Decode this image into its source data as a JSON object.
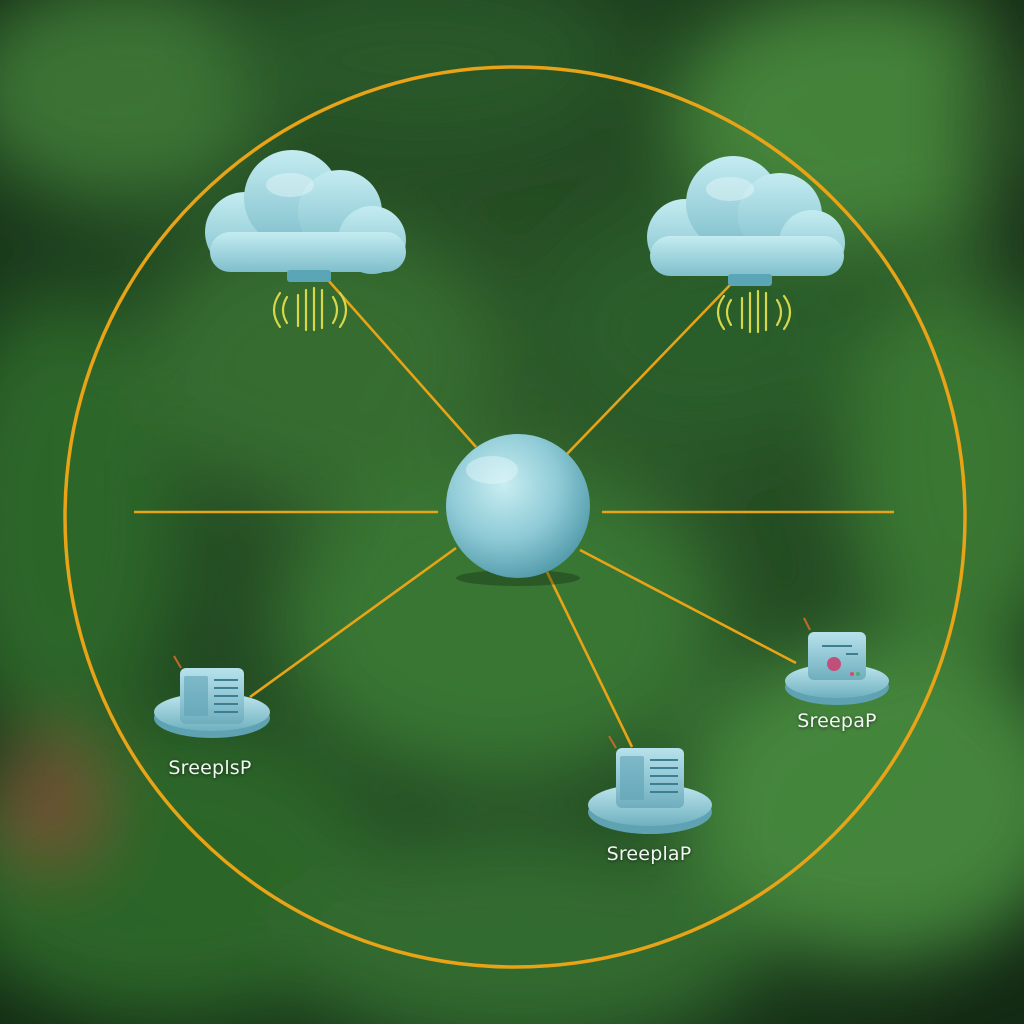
{
  "colors": {
    "ring": "#e8a317",
    "link": "#e8a317",
    "hub": "#8ecad6",
    "cloud": "#a9dbe4",
    "device": "#9dd2df",
    "signal": "#d8d64a",
    "label": "#f2f6f4"
  },
  "diagram": {
    "devices": [
      {
        "id": "left",
        "label": "SreeplsP"
      },
      {
        "id": "bottom",
        "label": "SreeplaP"
      },
      {
        "id": "right",
        "label": "SreepaP"
      }
    ]
  }
}
